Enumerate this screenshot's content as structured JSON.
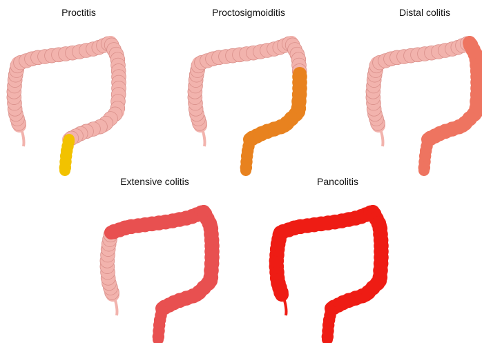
{
  "colors": {
    "healthy": "#f2b3ad",
    "healthy_edge": "#d98f8a",
    "proctitis": "#f2c200",
    "proctosigmoiditis": "#e8821f",
    "distal": "#ee7460",
    "extensive": "#e85050",
    "pancolitis": "#ee1c14"
  },
  "panels": [
    {
      "label": "Proctitis",
      "affected_segments": [
        "rectum"
      ],
      "color_key": "proctitis"
    },
    {
      "label": "Proctosigmoiditis",
      "affected_segments": [
        "rectum",
        "sigmoid",
        "descending_lower"
      ],
      "color_key": "proctosigmoiditis"
    },
    {
      "label": "Distal colitis",
      "affected_segments": [
        "rectum",
        "sigmoid",
        "descending"
      ],
      "color_key": "distal"
    },
    {
      "label": "Extensive colitis",
      "affected_segments": [
        "rectum",
        "sigmoid",
        "descending",
        "transverse"
      ],
      "color_key": "extensive"
    },
    {
      "label": "Pancolitis",
      "affected_segments": [
        "rectum",
        "sigmoid",
        "descending",
        "transverse",
        "ascending"
      ],
      "color_key": "pancolitis"
    }
  ]
}
